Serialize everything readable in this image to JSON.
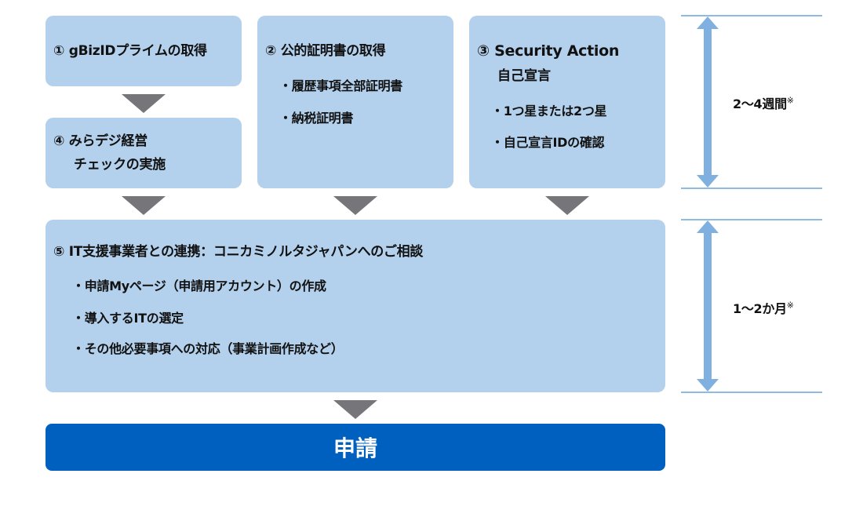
{
  "steps": {
    "step1": {
      "title": "① gBizIDプライムの取得"
    },
    "step2": {
      "title": "② 公的証明書の取得",
      "bullets": [
        "・履歴事項全部証明書",
        "・納税証明書"
      ]
    },
    "step3": {
      "title": "③ Security Action",
      "subtitle": "自己宣言",
      "bullets": [
        "・1つ星または2つ星",
        "・自己宣言IDの確認"
      ]
    },
    "step4": {
      "title_line1": "④ みらデジ経営",
      "title_line2": "チェックの実施"
    },
    "step5": {
      "title": "⑤ IT支援事業者との連携：コニカミノルタジャパンへのご相談",
      "bullets": [
        "・申請Myページ（申請用アカウント）の作成",
        "・導入するITの選定",
        "・その他必要事項への対応（事業計画作成など）"
      ]
    }
  },
  "final": {
    "label": "申請"
  },
  "durations": [
    {
      "label": "2～4週間",
      "note": "※"
    },
    {
      "label": "1～2か月",
      "note": "※"
    }
  ],
  "colors": {
    "box": "#b3d0ec",
    "apply": "#0060c0",
    "arrow": "#76767a",
    "span": "#7fb0e0"
  }
}
